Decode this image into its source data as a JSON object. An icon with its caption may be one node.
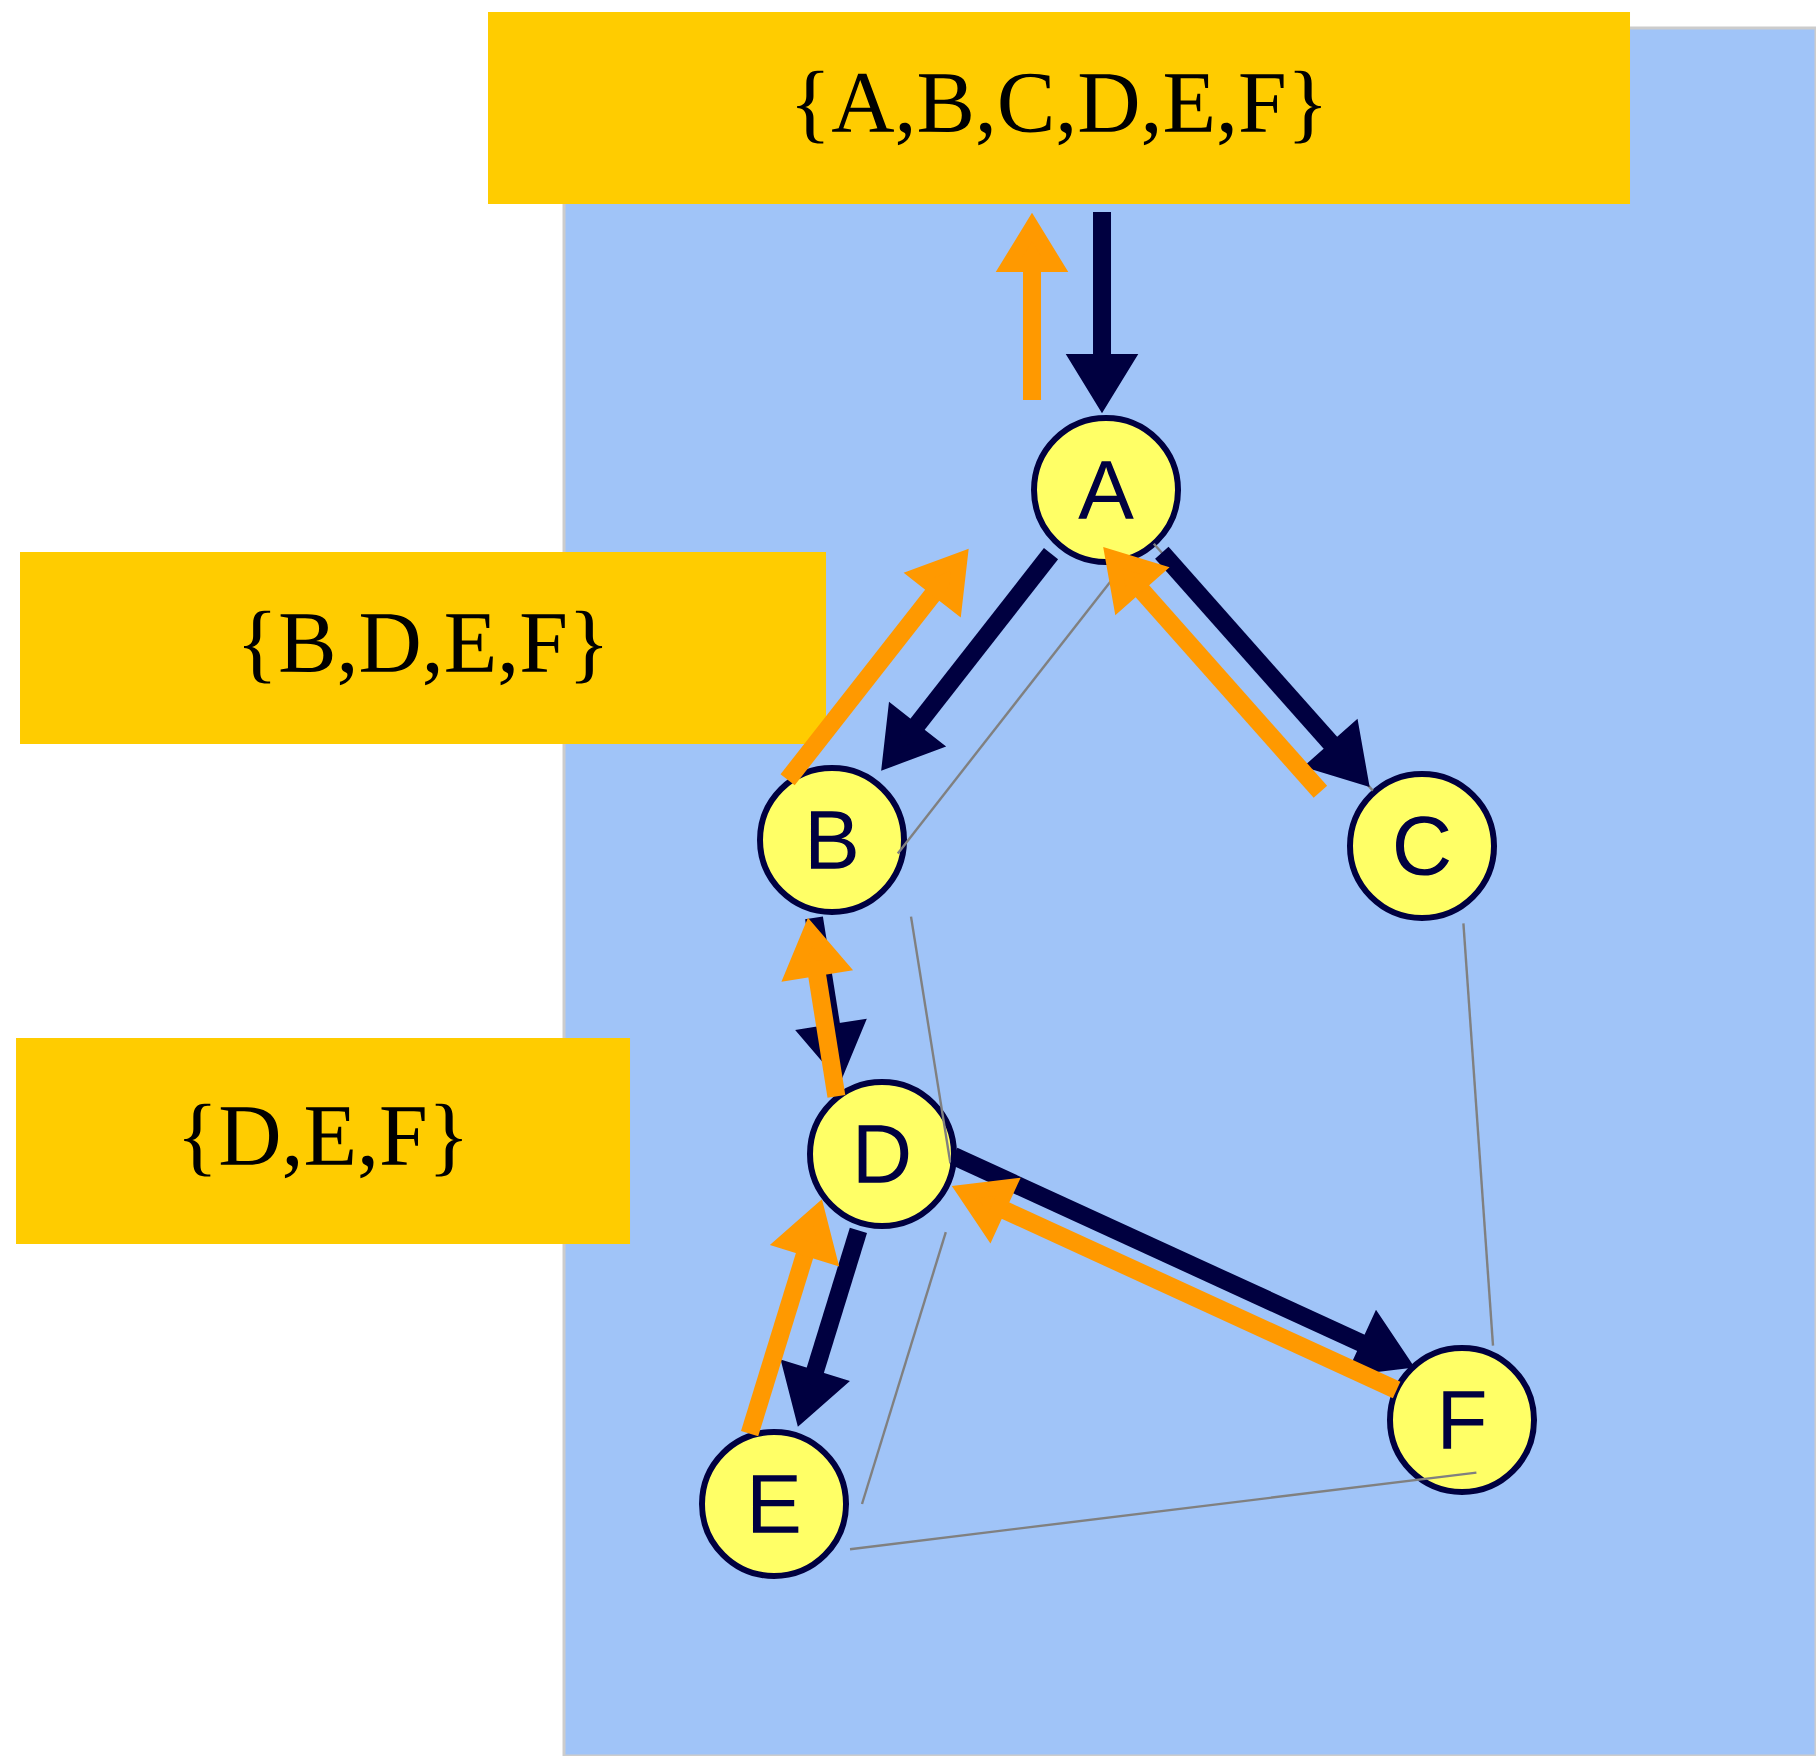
{
  "diagram": {
    "nodes": [
      {
        "text": [
          "{A,B,C,D,E,F}"
        ]
      },
      {
        "text": [
          "{B,D,E,F}"
        ]
      },
      {
        "text": [
          "{D,E,F}"
        ]
      },
      {
        "text": [
          "A"
        ]
      },
      {
        "text": [
          "B"
        ]
      },
      {
        "text": [
          "C"
        ]
      },
      {
        "text": [
          "D"
        ]
      },
      {
        "text": [
          "E"
        ]
      },
      {
        "text": [
          "F"
        ]
      }
    ],
    "edges": [
      {
        "from": 0,
        "to": 3,
        "arrow": "to",
        "color": "#000040"
      },
      {
        "from": 3,
        "to": 0,
        "arrow": "to",
        "color": "#ff9900"
      },
      {
        "from": 3,
        "to": 4,
        "arrow": "to",
        "color": "#000040"
      },
      {
        "from": 4,
        "to": 3,
        "arrow": "to",
        "color": "#ff9900"
      },
      {
        "from": 3,
        "to": 5,
        "arrow": "to",
        "color": "#000040"
      },
      {
        "from": 5,
        "to": 3,
        "arrow": "to",
        "color": "#ff9900"
      },
      {
        "from": 4,
        "to": 6,
        "arrow": "to",
        "color": "#000040"
      },
      {
        "from": 6,
        "to": 4,
        "arrow": "to",
        "color": "#ff9900"
      },
      {
        "from": 6,
        "to": 7,
        "arrow": "to",
        "color": "#000040"
      },
      {
        "from": 7,
        "to": 6,
        "arrow": "to",
        "color": "#ff9900"
      },
      {
        "from": 6,
        "to": 8,
        "arrow": "to",
        "color": "#000040"
      },
      {
        "from": 8,
        "to": 6,
        "arrow": "to",
        "color": "#ff9900"
      },
      {
        "from": 3,
        "to": 4,
        "arrow": "none",
        "color": "#808080"
      },
      {
        "from": 3,
        "to": 5,
        "arrow": "none",
        "color": "#808080"
      },
      {
        "from": 4,
        "to": 6,
        "arrow": "none",
        "color": "#808080"
      },
      {
        "from": 6,
        "to": 7,
        "arrow": "none",
        "color": "#808080"
      },
      {
        "from": 7,
        "to": 8,
        "arrow": "none",
        "color": "#808080"
      },
      {
        "from": 5,
        "to": 8,
        "arrow": "none",
        "color": "#808080"
      }
    ]
  }
}
